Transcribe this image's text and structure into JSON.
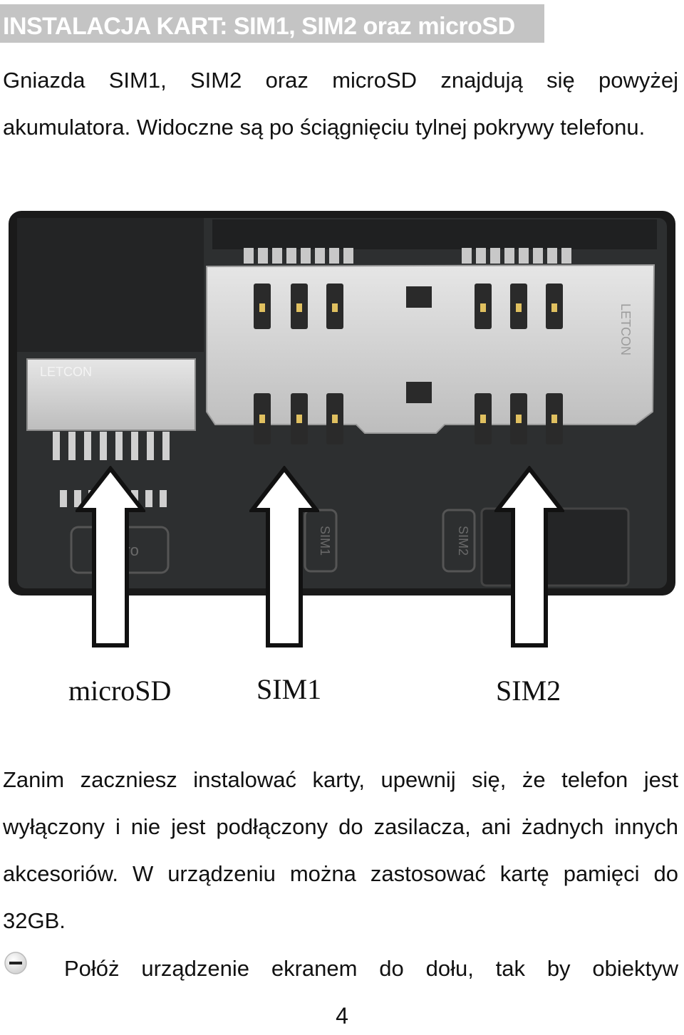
{
  "header": {
    "title": "INSTALACJA KART: SIM1, SIM2 oraz microSD"
  },
  "intro": "Gniazda SIM1, SIM2 oraz microSD znajdują się powyżej akumulatora. Widoczne są po ściągnięciu tylnej pokrywy telefonu.",
  "figure": {
    "board_text": {
      "letcon_left": "LETCON",
      "letcon_right": "LETCON",
      "slot_sim1": "SIM1",
      "slot_sim2": "SIM2",
      "slot_micro": "micro"
    },
    "labels": {
      "microsd": "microSD",
      "sim1": "SIM1",
      "sim2": "SIM2"
    }
  },
  "body": "Zanim zaczniesz instalować karty, upewnij się, że telefon jest wyłączony i nie jest podłączony do zasilacza, ani żadnych innych akcesoriów. W urządzeniu można zastosować kartę pamięci do 32GB.",
  "bullet": {
    "icon": "minus-circle-icon",
    "text": "Połóż urządzenie ekranem do dołu, tak by obiektyw"
  },
  "page_number": "4"
}
